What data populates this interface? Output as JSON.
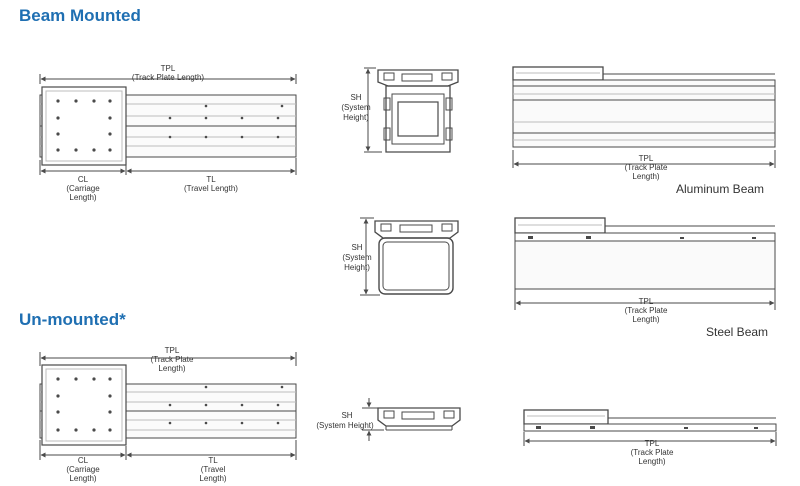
{
  "headings": {
    "beam_mounted": "Beam Mounted",
    "un_mounted": "Un-mounted*"
  },
  "captions": {
    "aluminum_beam": "Aluminum Beam",
    "steel_beam": "Steel Beam"
  },
  "labels": {
    "tpl": "TPL",
    "track_plate_length_1": "(Track Plate Length)",
    "track_plate_2a": "(Track Plate",
    "track_plate_2b": "Length)",
    "cl": "CL",
    "carriage": "(Carriage",
    "carriage_length": "Length)",
    "tl": "TL",
    "travel_length": "(Travel Length)",
    "travel": "(Travel",
    "travel_length_2": "Length)",
    "sh": "SH",
    "system": "(System",
    "height": "Height)",
    "system_height": "(System Height)"
  },
  "colors": {
    "heading": "#1f6fb2",
    "line": "#4a4a4a",
    "light": "#bcbcbc"
  }
}
